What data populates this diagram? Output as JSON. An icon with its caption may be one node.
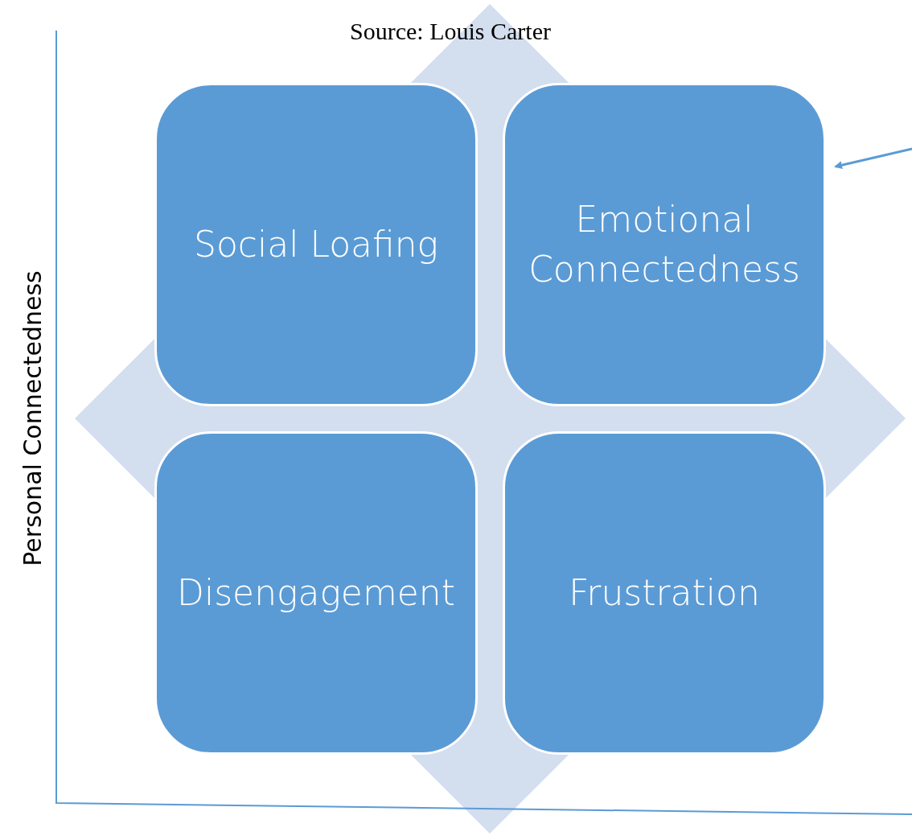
{
  "diagram": {
    "title": "Source: Louis Carter",
    "nodes": [
      {
        "text": [
          "Social Loafing"
        ]
      },
      {
        "text": [
          "Emotional Connectedness"
        ]
      },
      {
        "text": [
          "Disengagement"
        ]
      },
      {
        "text": [
          "Frustration"
        ]
      }
    ],
    "edges": [
      {
        "from": null,
        "to": 1,
        "arrow": "to"
      }
    ],
    "labels": [
      "Personal Connectedness"
    ]
  }
}
